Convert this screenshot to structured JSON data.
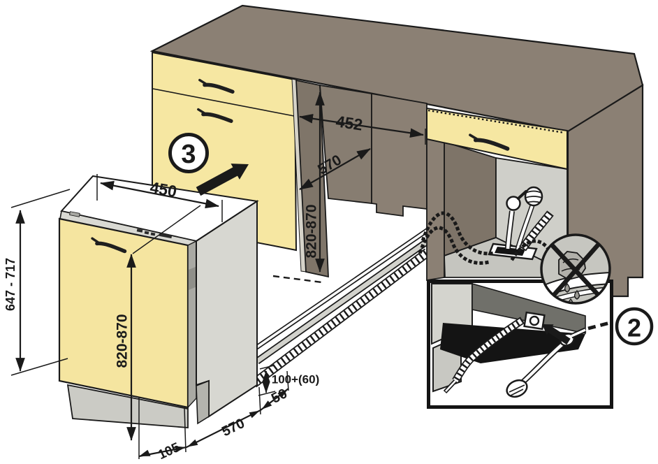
{
  "callouts": {
    "step_two": "2",
    "step_three": "3"
  },
  "dimensions": {
    "niche_width": "452",
    "niche_depth": "570",
    "niche_height": "820-870",
    "appliance_width": "450",
    "door_panel_height": "647 - 717",
    "appliance_height": "820-870",
    "plinth_offset": "105",
    "appliance_depth": "570",
    "rear_clearance": "50",
    "hose_space": "100+(60)"
  },
  "colors": {
    "cabinet_front": "#f6e7a2",
    "worktop": "#8b8074",
    "niche_wall": "#7f7569",
    "appliance_body": "#d7d7d1",
    "line": "#1a1a1a"
  }
}
